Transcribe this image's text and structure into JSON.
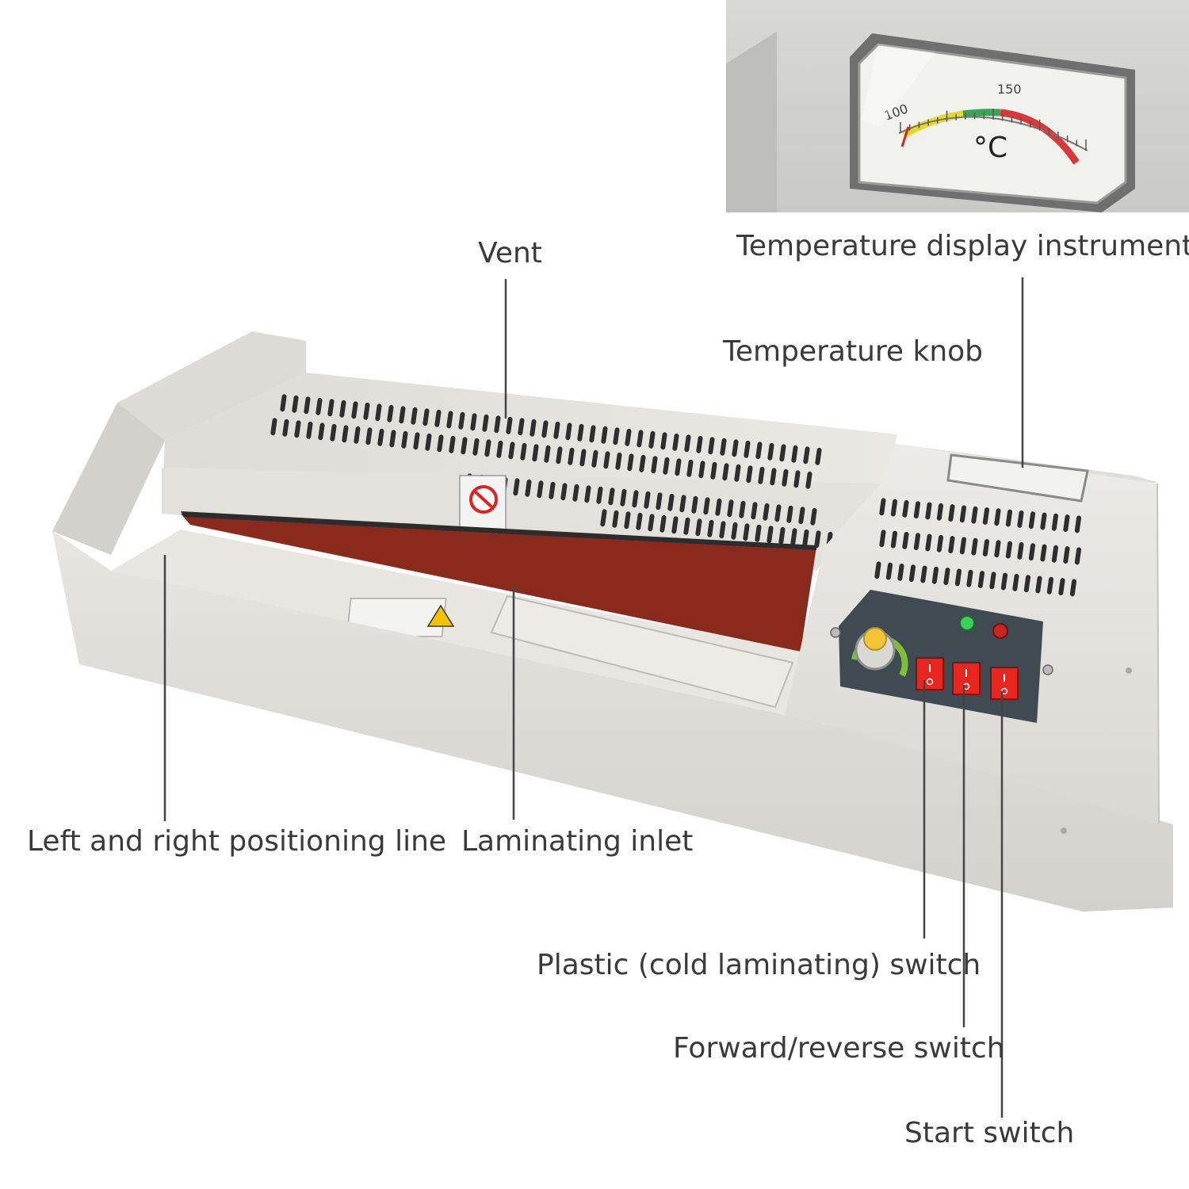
{
  "labels": {
    "vent": "Vent",
    "temp_display": "Temperature display instrument",
    "temp_knob": "Temperature knob",
    "positioning_line": "Left and right positioning line",
    "laminating_inlet": "Laminating inlet",
    "plastic_switch": "Plastic (cold laminating) switch",
    "forward_reverse_switch": "Forward/reverse switch",
    "start_switch": "Start switch"
  },
  "gauge": {
    "tick_100": "100",
    "tick_150": "150",
    "unit": "°C"
  },
  "colors": {
    "body": "#e4e4e0",
    "roller": "#8a2a1c",
    "switch": "#e8261f",
    "panel": "#3f4a52",
    "leader": "#444444"
  }
}
